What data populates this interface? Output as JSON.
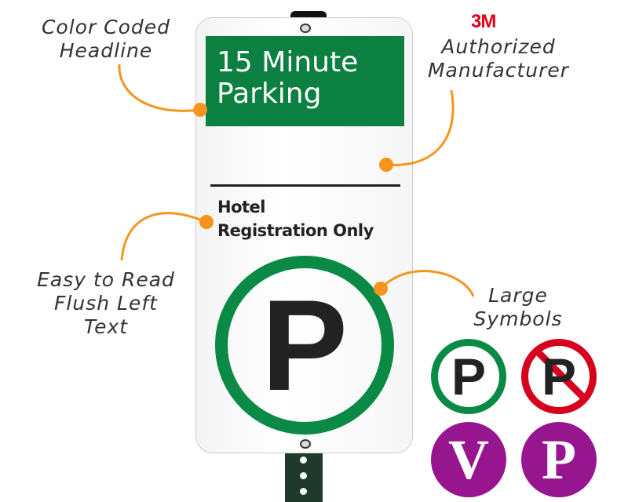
{
  "sign": {
    "headline": [
      "15 Minute",
      "Parking"
    ],
    "subtext": [
      "Hotel",
      "Registration Only"
    ],
    "symbol": "P"
  },
  "callouts": {
    "headline": [
      "Color Coded",
      "Headline"
    ],
    "manufacturer_logo": "3M",
    "manufacturer": [
      "Authorized",
      "Manufacturer"
    ],
    "text": [
      "Easy to Read",
      "Flush Left",
      "Text"
    ],
    "symbols": [
      "Large",
      "Symbols"
    ]
  },
  "symbol_options": [
    {
      "letter": "P",
      "style": "green-ring"
    },
    {
      "letter": "P",
      "style": "no-parking"
    },
    {
      "letter": "V",
      "style": "purple"
    },
    {
      "letter": "P",
      "style": "purple"
    }
  ],
  "colors": {
    "green": "#0b8040",
    "callout": "#f7941d",
    "red": "#d6001c",
    "purple": "#97158f"
  }
}
